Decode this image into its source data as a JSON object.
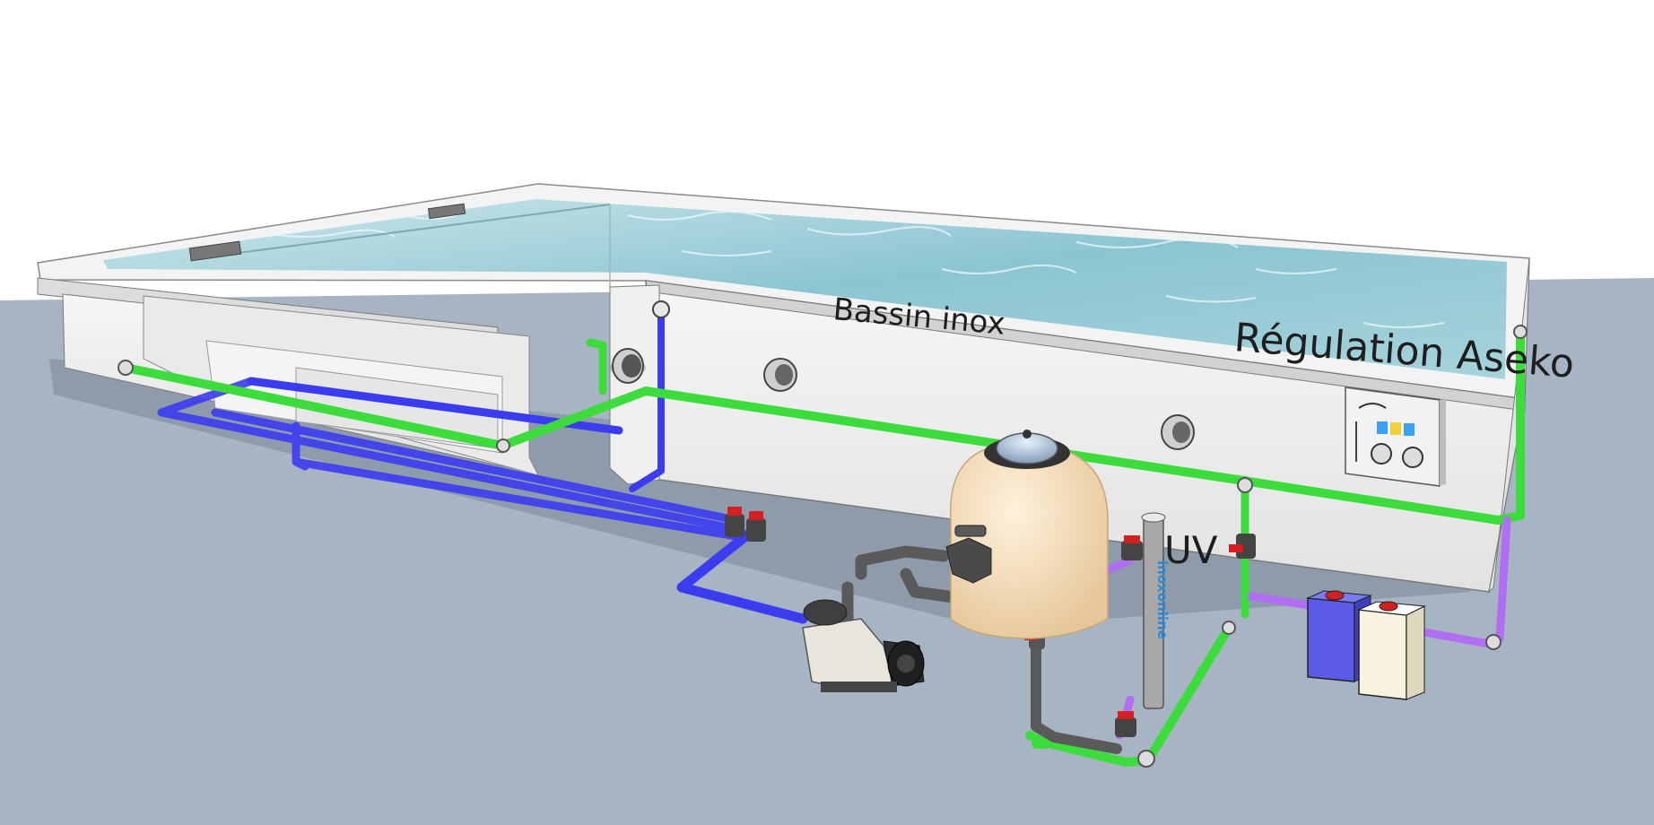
{
  "labels": {
    "basin": "Bassin inox",
    "regulation": "Régulation Aseko",
    "uv": "UV",
    "uv_brand": "inoxonline"
  },
  "icons": {
    "filter": "sand-filter-icon",
    "pump": "pool-pump-icon",
    "controller": "control-box-icon",
    "uv": "uv-lamp-icon",
    "tank": "chemical-tank-icon",
    "valve": "valve-icon",
    "nozzle": "return-nozzle-icon",
    "skimmer": "skimmer-icon"
  },
  "colors": {
    "ground": "#a7b4c4",
    "water": "#8fc7d3",
    "wall": "#efefef",
    "pipe_green": "#3ddc3d",
    "pipe_blue": "#3b3bf0",
    "pipe_purple": "#b06ef2",
    "pipe_gray": "#5a5a5a",
    "valve_red": "#d42020",
    "filter_tan": "#f2d9b2",
    "tank_blue": "#5b5be8",
    "tank_white": "#f7f3df"
  }
}
